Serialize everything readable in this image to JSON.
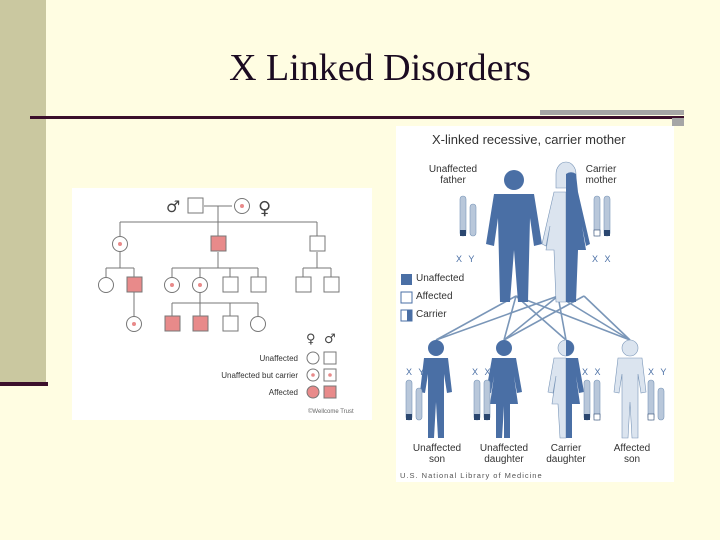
{
  "slide": {
    "title": "X Linked Disorders"
  },
  "pedigree": {
    "header_symbols": {
      "male": "♂",
      "female": "♀"
    },
    "legend": {
      "symbols": {
        "female": "♀",
        "male": "♂"
      },
      "unaffected": "Unaffected",
      "carrier": "Unaffected but carrier",
      "affected": "Affected"
    },
    "credit": "©Wellcome Trust"
  },
  "xlinked": {
    "title": "X-linked recessive, carrier mother",
    "parents": {
      "father": "Unaffected father",
      "mother": "Carrier mother"
    },
    "father_chrom": "X  Y",
    "mother_chrom": "X  X",
    "legend": {
      "affected": "Affected",
      "unaffected": "Unaffected",
      "carrier": "Carrier"
    },
    "children": [
      {
        "label_line1": "Unaffected",
        "label_line2": "son",
        "chrom": "X  Y"
      },
      {
        "label_line1": "Unaffected",
        "label_line2": "daughter",
        "chrom": "X  X"
      },
      {
        "label_line1": "Carrier",
        "label_line2": "daughter",
        "chrom": "X  X"
      },
      {
        "label_line1": "Affected",
        "label_line2": "son",
        "chrom": "X  Y"
      }
    ],
    "source": "U.S. National Library of Medicine"
  },
  "colors": {
    "affected_pink": "#e88a8a",
    "figure_blue": "#4a6fa5",
    "background": "#fffde2",
    "accent_bar": "#3b0f2b"
  }
}
